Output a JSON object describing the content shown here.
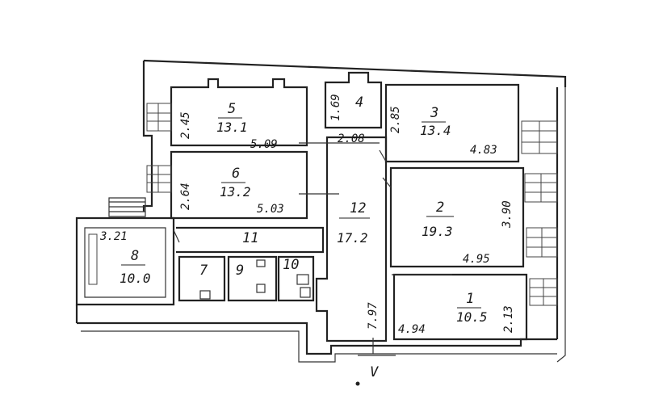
{
  "rooms": [
    {
      "id": "1",
      "number": "1",
      "area": "10.5"
    },
    {
      "id": "2",
      "number": "2",
      "area": "19.3"
    },
    {
      "id": "3",
      "number": "3",
      "area": "13.4"
    },
    {
      "id": "4",
      "number": "4",
      "area": ""
    },
    {
      "id": "5",
      "number": "5",
      "area": "13.1"
    },
    {
      "id": "6",
      "number": "6",
      "area": "13.2"
    },
    {
      "id": "7",
      "number": "7",
      "area": ""
    },
    {
      "id": "8",
      "number": "8",
      "area": "10.0"
    },
    {
      "id": "9",
      "number": "9",
      "area": ""
    },
    {
      "id": "10",
      "number": "10",
      "area": ""
    },
    {
      "id": "11",
      "number": "11",
      "area": ""
    },
    {
      "id": "12",
      "number": "12",
      "area": "17.2"
    }
  ],
  "dimensions": {
    "d_2_45": "2.45",
    "d_5_09": "5.09",
    "d_1_69": "1.69",
    "d_2_08": "2.08",
    "d_2_85": "2.85",
    "d_4_83": "4.83",
    "d_2_64": "2.64",
    "d_5_03": "5.03",
    "d_3_90": "3.90",
    "d_3_21": "3.21",
    "d_4_95": "4.95",
    "d_7_97": "7.97",
    "d_4_94": "4.94",
    "d_2_13": "2.13"
  },
  "marker": {
    "label": "V"
  }
}
